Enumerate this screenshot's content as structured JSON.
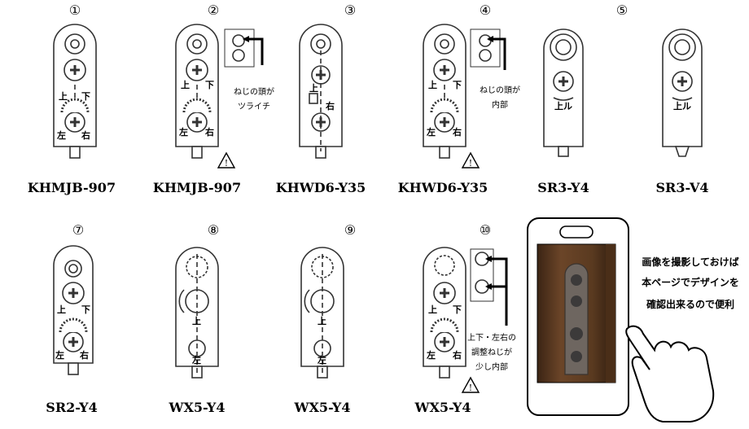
{
  "items": [
    {
      "number": "①",
      "model": "KHMJB-907",
      "labels": {
        "up": "上",
        "down": "下",
        "left": "左",
        "right": "右"
      }
    },
    {
      "number": "②",
      "model": "KHMJB-907",
      "labels": {
        "up": "上",
        "down": "下",
        "left": "左",
        "right": "右"
      },
      "note": [
        "ねじの頭が",
        "ツライチ"
      ]
    },
    {
      "number": "③",
      "model": "KHWD6-Y35",
      "labels": {
        "up": "上",
        "right": "右"
      }
    },
    {
      "number": "④",
      "model": "KHWD6-Y35",
      "labels": {
        "up": "上",
        "down": "下",
        "left": "左",
        "right": "右"
      },
      "note": [
        "ねじの頭が",
        "内部"
      ]
    },
    {
      "number": "⑤",
      "model": "SR3-Y4",
      "labels": {
        "up": "上ル"
      }
    },
    {
      "number": "",
      "model": "SR3-V4",
      "labels": {
        "up": "上ル"
      }
    },
    {
      "number": "⑦",
      "model": "SR2-Y4",
      "labels": {
        "up": "上",
        "down": "下",
        "left": "左",
        "right": "右"
      }
    },
    {
      "number": "⑧",
      "model": "WX5-Y4",
      "labels": {
        "up": "上",
        "left": "左"
      }
    },
    {
      "number": "⑨",
      "model": "WX5-Y4",
      "labels": {
        "up": "上",
        "left": "左"
      }
    },
    {
      "number": "⑩",
      "model": "WX5-Y4",
      "labels": {
        "up": "上",
        "down": "下",
        "left": "左",
        "right": "右"
      },
      "note": [
        "上下・左右の",
        "調整ねじが",
        "少し内部"
      ]
    }
  ],
  "phone_caption": [
    "画像を撮影しておけば",
    "本ページでデザインを",
    "確認出来るので便利"
  ],
  "warning_symbol": "!"
}
